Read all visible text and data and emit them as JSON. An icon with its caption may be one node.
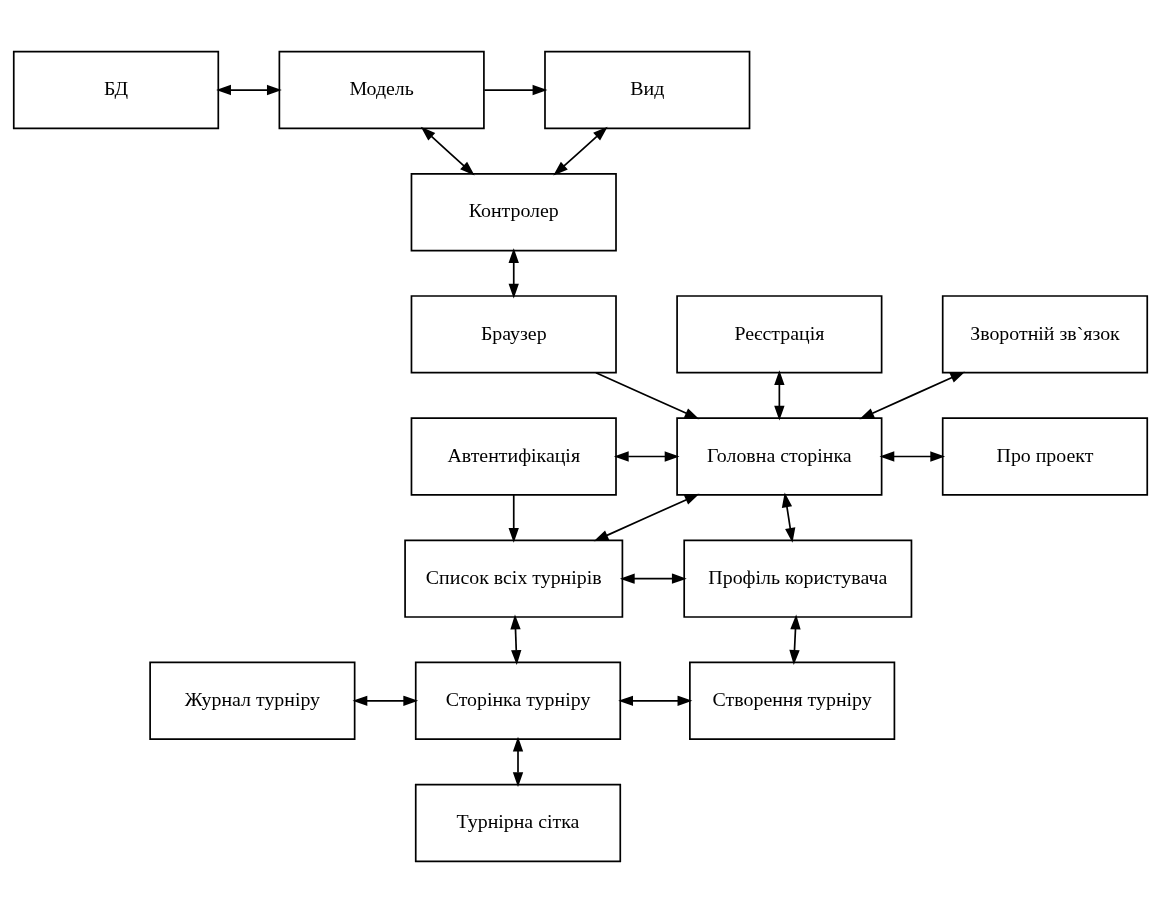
{
  "diagram": {
    "nodes": [
      {
        "text": [
          "БД"
        ]
      },
      {
        "text": [
          "Модель"
        ]
      },
      {
        "text": [
          "Вид"
        ]
      },
      {
        "text": [
          "Контролер"
        ]
      },
      {
        "text": [
          "Браузер"
        ]
      },
      {
        "text": [
          "Зворотній зв`язок"
        ]
      },
      {
        "text": [
          "Реєстрація"
        ]
      },
      {
        "text": [
          "Головна сторінка"
        ]
      },
      {
        "text": [
          "Про проект"
        ]
      },
      {
        "text": [
          "Автентифікація"
        ]
      },
      {
        "text": [
          "Список всіх турнірів"
        ]
      },
      {
        "text": [
          "Профіль користувача"
        ]
      },
      {
        "text": [
          "Журнал турніру"
        ]
      },
      {
        "text": [
          "Сторінка турніру"
        ]
      },
      {
        "text": [
          "Створення турніру"
        ]
      },
      {
        "text": [
          "Турнірна сітка"
        ]
      }
    ],
    "edges": [
      {
        "from": 0,
        "to": 1,
        "arrow": "both"
      },
      {
        "from": 1,
        "to": 2,
        "arrow": "to"
      },
      {
        "from": 1,
        "to": 3,
        "arrow": "both"
      },
      {
        "from": 3,
        "to": 2,
        "arrow": "both"
      },
      {
        "from": 3,
        "to": 4,
        "arrow": "both"
      },
      {
        "from": 4,
        "to": 7,
        "arrow": "to"
      },
      {
        "from": 6,
        "to": 7,
        "arrow": "both"
      },
      {
        "from": 9,
        "to": 7,
        "arrow": "both"
      },
      {
        "from": 7,
        "to": 5,
        "arrow": "both"
      },
      {
        "from": 7,
        "to": 8,
        "arrow": "both"
      },
      {
        "from": 9,
        "to": 10,
        "arrow": "to"
      },
      {
        "from": 7,
        "to": 10,
        "arrow": "both"
      },
      {
        "from": 7,
        "to": 11,
        "arrow": "both"
      },
      {
        "from": 10,
        "to": 11,
        "arrow": "both"
      },
      {
        "from": 10,
        "to": 13,
        "arrow": "both"
      },
      {
        "from": 11,
        "to": 14,
        "arrow": "both"
      },
      {
        "from": 12,
        "to": 13,
        "arrow": "both"
      },
      {
        "from": 13,
        "to": 14,
        "arrow": "both"
      },
      {
        "from": 13,
        "to": 15,
        "arrow": "both"
      }
    ]
  }
}
